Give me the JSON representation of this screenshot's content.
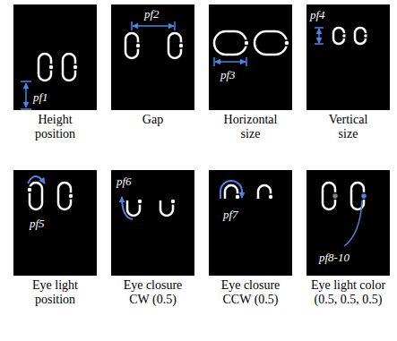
{
  "diagram": {
    "nodes": [
      {
        "text": [
          "pf1",
          "Height position"
        ]
      },
      {
        "text": [
          "pf2",
          "Gap"
        ]
      },
      {
        "text": [
          "pf3",
          "Horizontal size"
        ]
      },
      {
        "text": [
          "pf4",
          "Vertical size"
        ]
      },
      {
        "text": [
          "pf5",
          "Eye light position"
        ]
      },
      {
        "text": [
          "pf6",
          "Eye closure CW (0.5)"
        ]
      },
      {
        "text": [
          "pf7",
          "Eye closure CCW (0.5)"
        ]
      },
      {
        "text": [
          "pf8-10",
          "Eye light color (0.5, 0.5, 0.5)"
        ]
      }
    ]
  }
}
